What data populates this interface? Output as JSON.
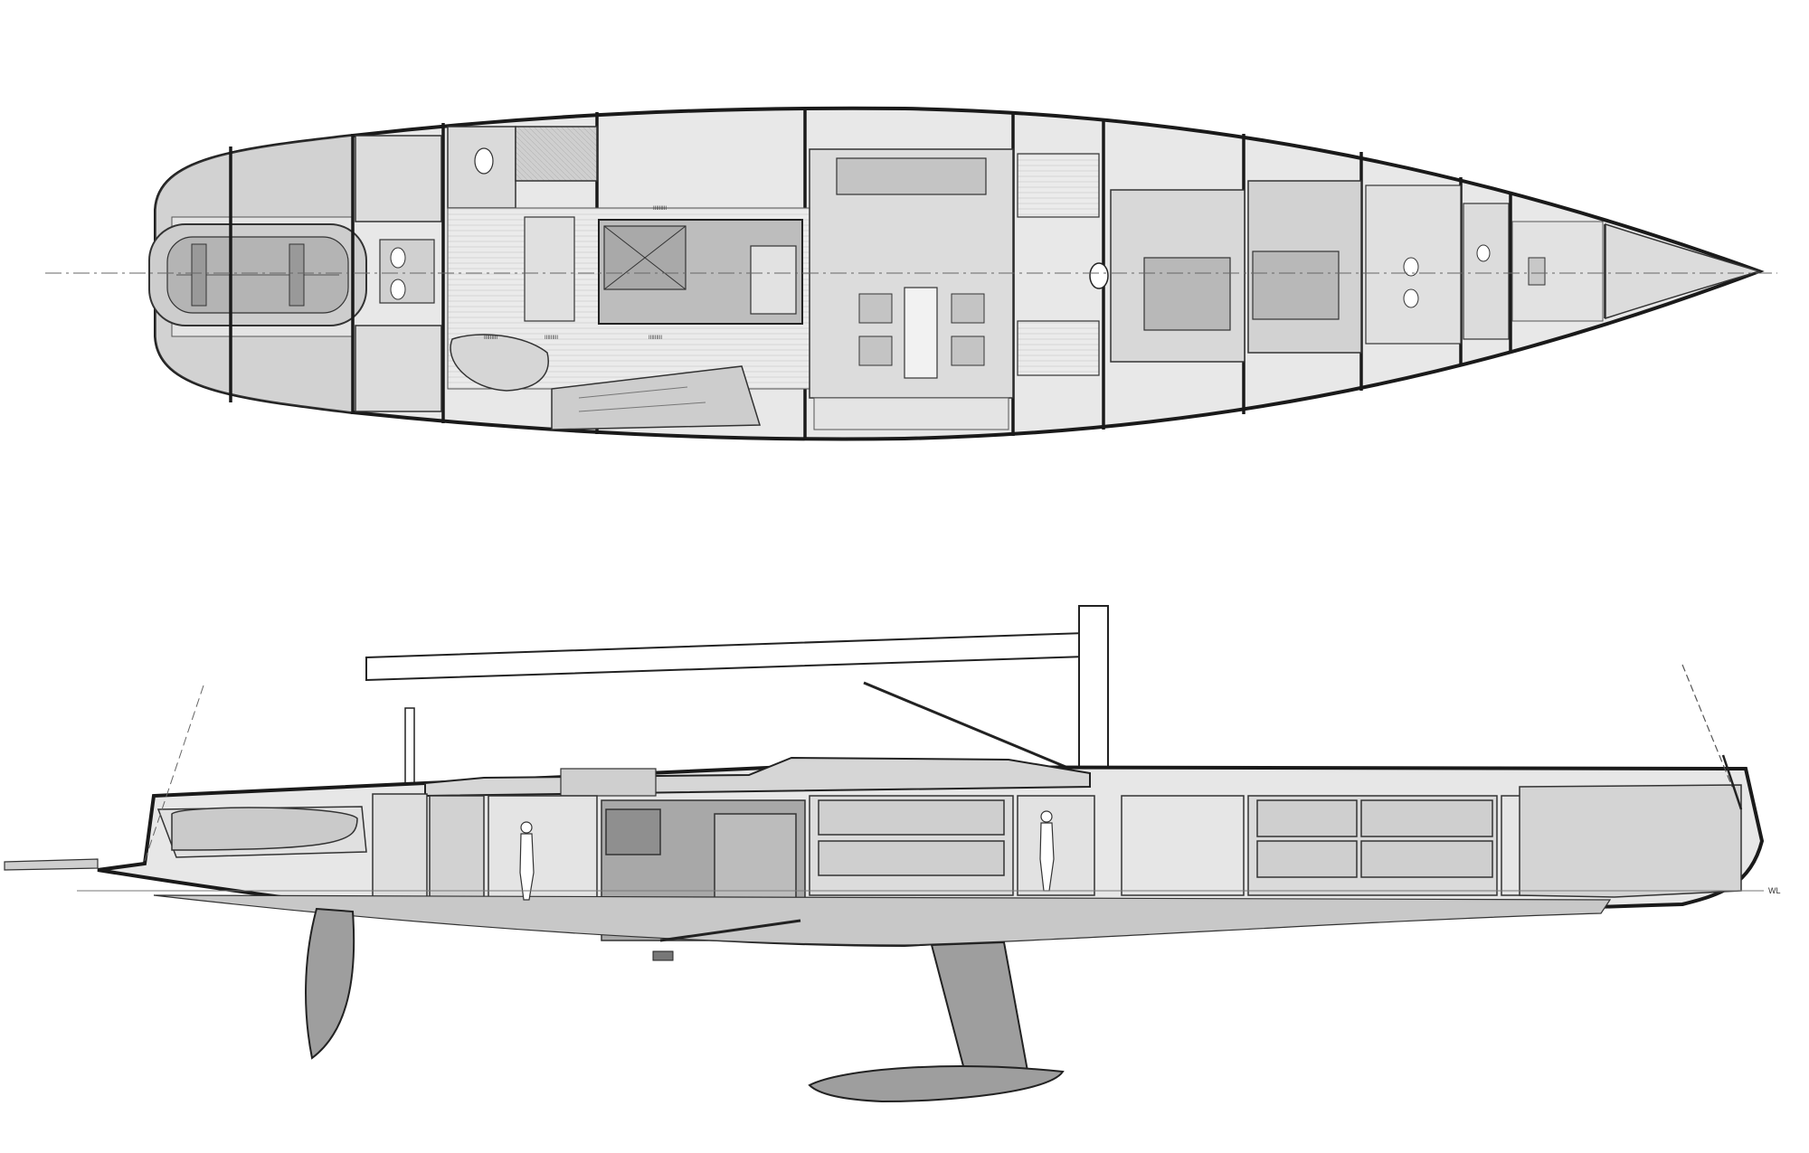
{
  "deck_plan": {
    "labels": {
      "galley_counter_1": "IIIIIIIII",
      "galley_counter_2": "IIIIIIIII",
      "galley_counter_3": "IIIIIIIII",
      "galley_counter_4": "IIIIIIIII"
    }
  },
  "profile": {
    "waterline_label": "WL"
  },
  "colors": {
    "hull_outline": "#1a1a1a",
    "light_fill": "#e6e6e6",
    "mid_fill": "#cfcfcf",
    "dark_fill": "#a8a8a8",
    "foil_fill": "#9e9e9e"
  }
}
